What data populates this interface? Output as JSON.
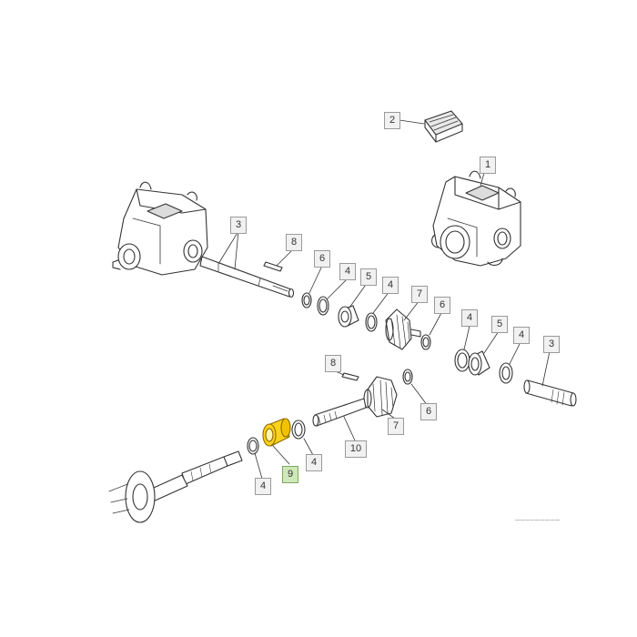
{
  "diagram": {
    "callouts": [
      {
        "id": "c2",
        "label": "2"
      },
      {
        "id": "c1",
        "label": "1"
      },
      {
        "id": "c3a",
        "label": "3"
      },
      {
        "id": "c8a",
        "label": "8"
      },
      {
        "id": "c6a",
        "label": "6"
      },
      {
        "id": "c4a",
        "label": "4"
      },
      {
        "id": "c5a",
        "label": "5"
      },
      {
        "id": "c4b",
        "label": "4"
      },
      {
        "id": "c7a",
        "label": "7"
      },
      {
        "id": "c6b",
        "label": "6"
      },
      {
        "id": "c4c",
        "label": "4"
      },
      {
        "id": "c5b",
        "label": "5"
      },
      {
        "id": "c4d",
        "label": "4"
      },
      {
        "id": "c3b",
        "label": "3"
      },
      {
        "id": "c8b",
        "label": "8"
      },
      {
        "id": "c6c",
        "label": "6"
      },
      {
        "id": "c7b",
        "label": "7"
      },
      {
        "id": "c10",
        "label": "10"
      },
      {
        "id": "c4e",
        "label": "4"
      },
      {
        "id": "c9",
        "label": "9"
      },
      {
        "id": "c4f",
        "label": "4"
      }
    ],
    "selected_part": "9",
    "colors": {
      "line": "#333333",
      "highlight": "#ffd21a",
      "callout_bg": "#f1f1f1",
      "callout_selected_bg": "#cfe8b8"
    },
    "footer_code": "—————————"
  }
}
